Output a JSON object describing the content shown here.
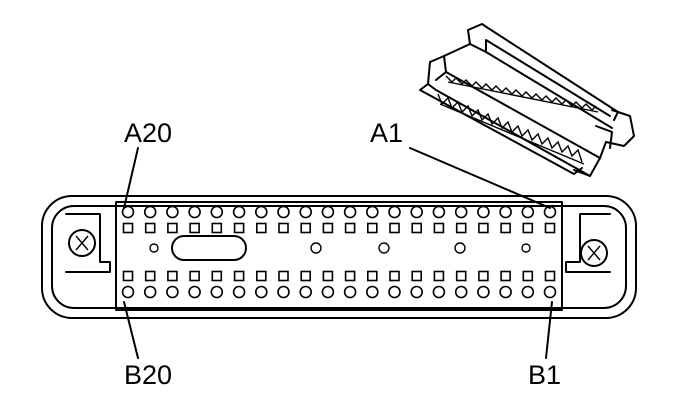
{
  "diagram": {
    "labels": {
      "a20": "A20",
      "a1": "A1",
      "b20": "B20",
      "b1": "B1"
    },
    "pins_per_row": 20,
    "rows": [
      "A",
      "B"
    ],
    "colors": {
      "stroke": "#000000",
      "background": "#ffffff"
    }
  }
}
